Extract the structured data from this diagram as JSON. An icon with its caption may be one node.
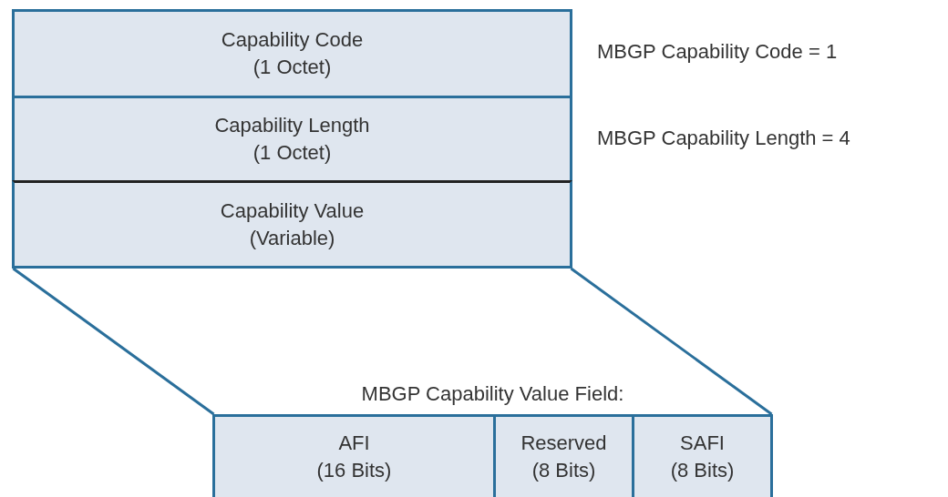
{
  "diagram": {
    "nodes": [
      {
        "text": [
          "Capability Code",
          "(1 Octet)"
        ],
        "beside": [
          "MBGP Capability Code = 1"
        ]
      },
      {
        "text": [
          "Capability Length",
          "(1 Octet)"
        ],
        "beside": [
          "MBGP Capability Length = 4"
        ]
      },
      {
        "text": [
          "Capability Value",
          "(Variable)"
        ]
      },
      {
        "text": [
          "MBGP Capability Value Field:"
        ]
      },
      {
        "text": [
          "AFI",
          "(16 Bits)"
        ],
        "in": 3
      },
      {
        "text": [
          "Reserved",
          "(8 Bits)"
        ],
        "in": 3
      },
      {
        "text": [
          "SAFI",
          "(8 Bits)"
        ],
        "in": 3
      }
    ],
    "edges": [
      {
        "from": 2,
        "to": 3,
        "arrow": "none"
      },
      {
        "from": 2,
        "to": 3,
        "arrow": "none"
      }
    ]
  }
}
